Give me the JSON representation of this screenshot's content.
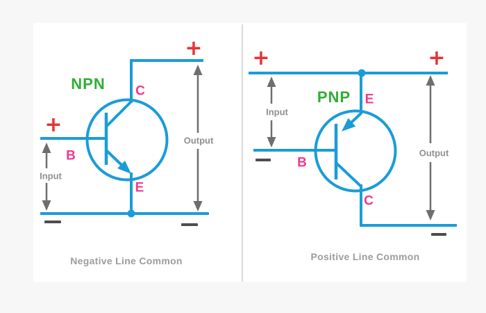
{
  "colors": {
    "wire_blue": "#1a9cd8",
    "type_green": "#2eae35",
    "terminal_pink": "#f0398e",
    "plus_red": "#e43434",
    "arrow_gray": "#6e6e6e",
    "io_text_gray": "#8f8f8f",
    "minus_dark_gray": "#4d4d4d",
    "caption_gray": "#9c9c9c",
    "divider_gray": "#dadada",
    "panel_background": "#ffffff",
    "page_background": "#f7f7f7"
  },
  "npn": {
    "type_label": "NPN",
    "caption": "Negative Line Common",
    "input_label": "Input",
    "output_label": "Output",
    "collector_label": "C",
    "base_label": "B",
    "emitter_label": "E",
    "plus_top": "+",
    "plus_input": "+",
    "minus_input": "−",
    "minus_output": "−"
  },
  "pnp": {
    "type_label": "PNP",
    "caption": "Positive Line Common",
    "input_label": "Input",
    "output_label": "Output",
    "collector_label": "C",
    "base_label": "B",
    "emitter_label": "E",
    "plus_input": "+",
    "plus_output": "+",
    "minus_input": "−",
    "minus_output": "−"
  }
}
